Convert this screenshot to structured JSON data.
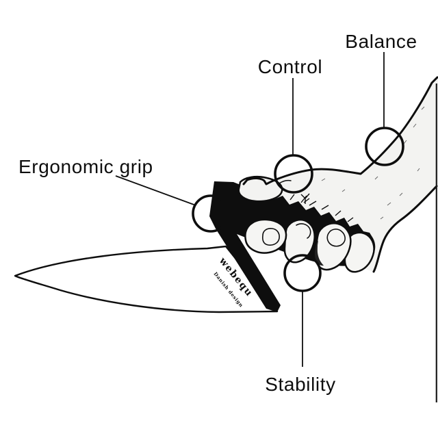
{
  "figure": {
    "callouts": [
      {
        "id": "balance",
        "label": "Balance"
      },
      {
        "id": "control",
        "label": "Control"
      },
      {
        "id": "ergonomic_grip",
        "label": "Ergonomic grip"
      },
      {
        "id": "stability",
        "label": "Stability"
      }
    ],
    "brand": {
      "name": "webequ",
      "tagline": "Danish design"
    }
  },
  "colors": {
    "ink": "#0e0e0e",
    "hand_fill": "#f3f3f1",
    "background": "#ffffff"
  }
}
